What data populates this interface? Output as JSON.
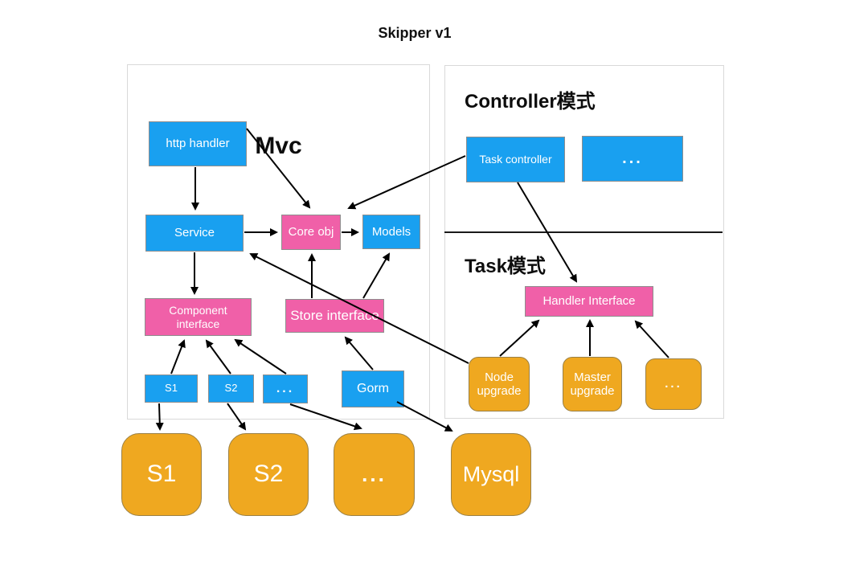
{
  "title": "Skipper v1",
  "colors": {
    "blue": "#19A0F0",
    "pink": "#F060A8",
    "orange": "#EFA820"
  },
  "mvc": {
    "title": "Mvc",
    "http_handler": "http handler",
    "service": "Service",
    "core_obj": "Core obj",
    "models": "Models",
    "component_interface": "Component interface",
    "store_interface": "Store interface",
    "s1": "S1",
    "s2": "S2",
    "dots": "...",
    "gorm": "Gorm"
  },
  "controller_mode": {
    "heading": "Controller模式",
    "task_controller": "Task controller",
    "dots": "..."
  },
  "task_mode": {
    "heading": "Task模式",
    "handler_interface": "Handler Interface",
    "node_upgrade": "Node upgrade",
    "master_upgrade": "Master upgrade",
    "dots": "..."
  },
  "datastores": {
    "s1": "S1",
    "s2": "S2",
    "dots": "...",
    "mysql": "Mysql"
  }
}
